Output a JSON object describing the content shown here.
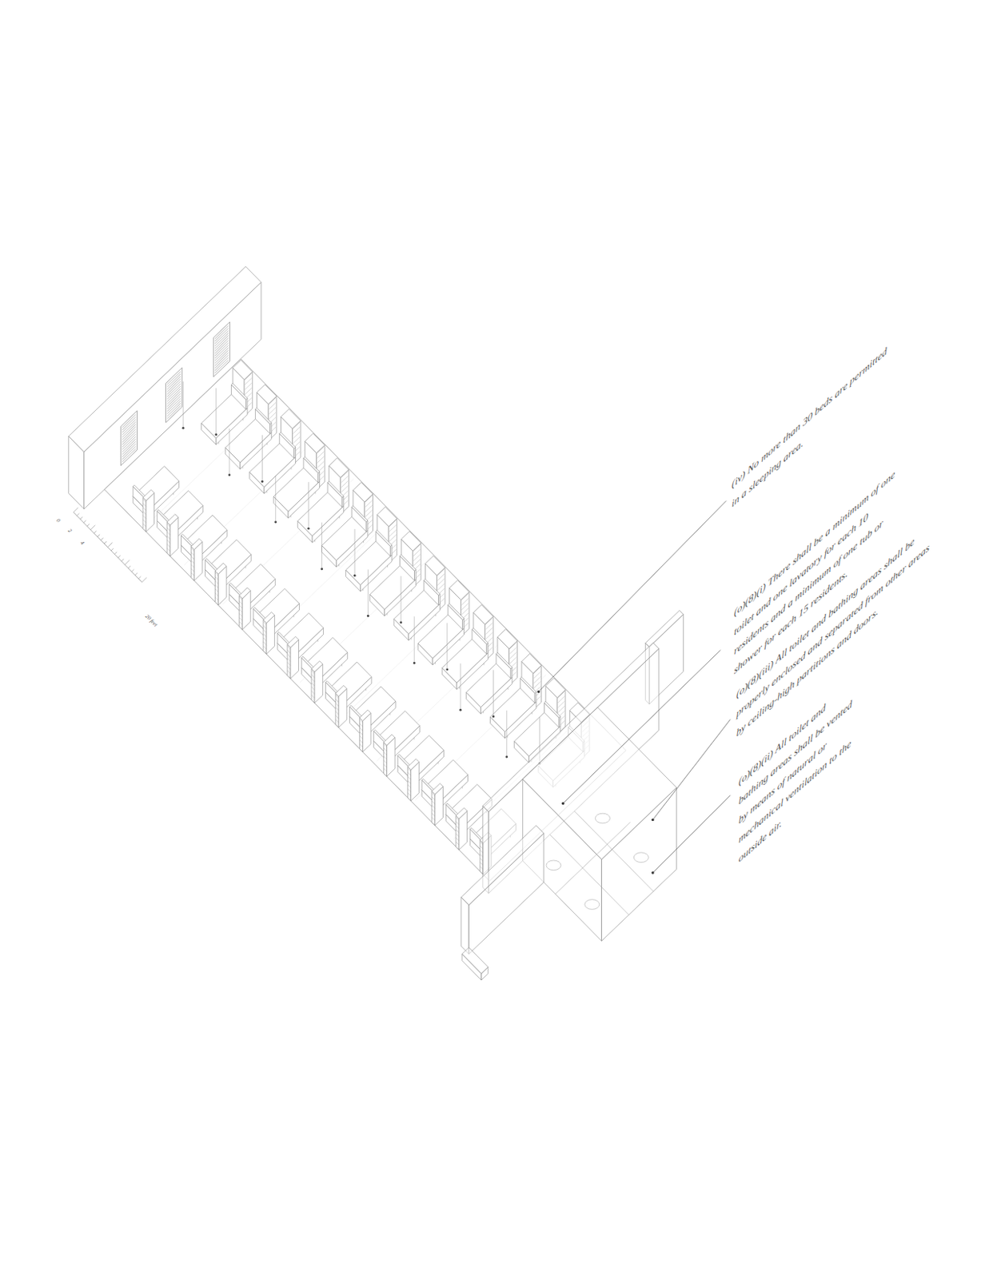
{
  "diagram": {
    "labels": [
      "(iv) No more than 30 beds are permitted in a sleeping area.",
      "(o)(8)(i) There shall be a minimum of one toilet and one lavatory for each 10 residents and a minimum of one tub or shower for each 15 residents.",
      "(o)(8)(iii) All toilet and bathing areas shall be properly enclosed and separated from other areas by ceiling-high partitions and doors.",
      "(o)(8)(ii) All toilet and bathing areas shall be vented by means of natural or mechanical ventilation to the outside air.",
      "0",
      "2",
      "4",
      "20 feet"
    ]
  }
}
